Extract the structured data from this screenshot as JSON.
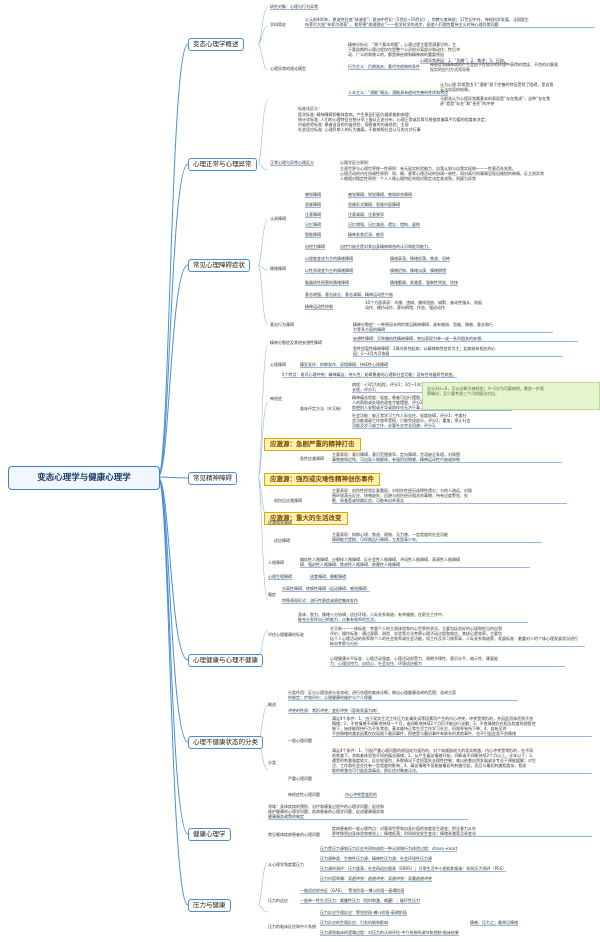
{
  "root": "变态心理学与健康心理学",
  "branches": [
    "变态心理学概述",
    "心理正常与心理异常",
    "常见心理障碍症状",
    "常见精神障碍",
    "心理健康与心理不健康",
    "心理不健康状态的分类",
    "健康心理学",
    "压力与健康"
  ],
  "s1": {
    "research": "研究对象：心理与行为异常",
    "history_label": "学科简史",
    "history_text": "公元前400年，希波克拉底“体液说”；欧洲中世纪（5世纪~16世纪），宗教与鬼神说；17世纪中叶，神经科学发展，法国医生\n布菲尔大胆“布菲尔改革”， 勒菲德“病理理论”——医学科学的进步，促使人们理性看待主义对待心理异常问题",
    "theory_label": "心理异常的理论模型",
    "psa_label": "精神分析论",
    "psa_text": "精神分析论：“两个基本命题”，心理过程主要是潜意识的，生\n于婴幼期的心理过程仅仅是整个心灵的分离部分和动作；性后冲\n动、广义的和狭义的，都是神经病和精神病的重要原因",
    "psa_tail": "心理异常原因：1、“固着”；2、焦虑；3、压抑。",
    "beh_label": "行为主义：巴甫洛夫、桑代克经典的条件",
    "beh_text": "神经症和精神病是学习过程中出现的不良学习行为或由于不良应付的异常引起，具有神经症；神经性行为主义理论\n的主要代表人物是艾森克",
    "beh_side": "神经症和精神病的产生是由于在较早的环境中获得的错误、不良的对客观\n现实的应付方式而导致",
    "hum_label": "人本主义：“潜能”概念，潜能具有趋向完善的性质和特点",
    "hum_text": "认为心理 异常是由于“潜能”趋于完善的特征受到了阻碍，是自我\n无法实现的结果。",
    "hum_text2": "马斯洛认为心理异常最基本的表现是“存在焦虑”，这种“存在焦\n虑”就是“存在”和“责任”的冲突"
  },
  "s2": {
    "criteria_head": "标准化区分：",
    "criteria_text": "医学标准: 精神障碍即躯体疾病，产生原因归因为器质能和病理；\n统计学标准: 人们的心理特征在统计学上服从正态分布，心理正常或异常可根据其偏离平均值的程度来决定；\n内省经验标准: 患者自身的内省经验，观察者的内省经验；主观\n社会适应标准: 心理异常人的行为偏离，不能按照社会认可的方式行事",
    "label": "正常心理与异常心理区分",
    "principles_head": "心理学区分原则：",
    "principles_text": "主观世界与心理世界统一性原则：有无现实检验能力，自我认知与自我实现统一——性意否失失败。\n心理活动的内在协调性原则：知、情、意等心理活动的协调一致性，如对高兴的事情呈现出愉悦的神情，反之则异常\n人格相对稳定性原则：个人人格心理特征的相对稳定决定其成熟，则疑为异常"
  },
  "s3": {
    "cognition_label": "认知障碍",
    "cognition": [
      "感知障碍",
      "思维障碍",
      "注意障碍",
      "记忆障碍",
      "智能障碍"
    ],
    "cognition_detail": [
      "感觉障碍、知觉障碍、感知综合障碍",
      "思维形式障碍、思维内容障碍",
      "注意减弱、注意狭窄",
      "记忆增强、记忆减退、遗忘、错构、虚构",
      "精神发育迟滞、痴呆"
    ],
    "emotion_label": "情绪障碍",
    "emotion": [
      "自控力障碍",
      "以程度变化为主的情绪障碍",
      "以性质改变为主的情绪障碍",
      "脑器质性损害的情绪障碍"
    ],
    "emotion_detail": [
      "自控力缺乏是对其自身精神病态的认识和批判能力。",
      "情绪高涨、情绪低落、焦虑、恐怖",
      "情绪迟钝、情绪淡漠、情绪倒错",
      "情绪脆弱、易激惹、强制性哭笑、欣快"
    ],
    "will_label": "意志行为障碍",
    "will": [
      "意志增强、意志缺乏、意志减弱、精神运动性兴奋",
      "精神运动性抑制"
    ],
    "will_detail": "10个方面表现：木僵、违拗、蜡样屈曲、缄默、被动性服从、刻板\n动作、模仿动作、意向倒错、作态、强迫动作"
  },
  "s4": {
    "schizo_label": "精神分裂症及其他妄想性障碍",
    "schizo": [
      "精神分裂症：一种原因未明的常见精神障碍，具有感知、思维、情感、意志和行\n为等多方面的障碍",
      "妄想性障碍：又称偏执性精神障碍，突出表现为单一或一系列相关的妄想。",
      "急性短暂性精神障碍：2周内急性起病；以精神病性症状为主；起病前有相应的心\n因；2~3月内可恢复"
    ],
    "mood_label": "心境障碍",
    "mood": "躁狂发作、抑郁发作、双相障碍、持续性心境障碍",
    "neurosis_label": "神经症",
    "neurosis_common": "5个特点：易识心理冲突；精神痛苦；持久性；妨碍患者的心理和社会功能；没有任何器质性病变。",
    "diag_label": "临床评定方法（许又新）",
    "diag_items": [
      "病程：<3月为短程，评分1；3月~1年为中程，评分2；1年以上为\n长程，评分3；",
      "精神痛苦程度：轻度，患者可自行摆脱，评分1；中度，借助别\n人的帮助或处境的改变才能摆脱，评分2；重度，几乎无法摆脱，\n即使别人安慰或开导或陪伴也无济于事，评分3。",
      "社会功能：能正常学习工作人际交往，轻度妨碍，评分1；中度社\n会功能减弱工作效率受损，只能完成部分，评分2；重度，停止社会\n功能及学习或工作，必要社交完全回避，评分3。"
    ],
    "note": "总分3分=6，可以诊断为神经症；4~5分为可疑病例，需进一步观\n察确诊；至少要考虑三个月的随访对比。",
    "stress_label": "应激相关障碍",
    "hl1": "应激源：急剧严重的精神打击",
    "hl1_detail": "主要表现：意识障碍，意识范围狭窄，定向障碍，言语缺乏条理，对周围\n事物感知迟钝，可出现人格解体，有强烈恐惧感，精神运动性兴奋或抑制",
    "hl1_label": "急性应激障碍",
    "hl2": "应激源：强烈或灾难性精神创伤事件",
    "hl2_detail": "主要表现：创伤性经验反复重现；对创伤性经历选择性遗忘；与他人疏远、对周\n围环境漠无反应、快感缺失；回避与创伤经历相关的事物；持有过度警觉、失\n眠、易激惹或惊跳反应，可能有自杀观念",
    "hl2_label": "创伤后应激障碍",
    "hl3": "应激源：重大的生活改变",
    "hl3_detail": "主要表现：抑郁心境、焦虑、烦恼，无力感，一定程度的社会功能\n障碍能力受损；可伴随品行障碍，尤其是青少年。",
    "hl3_label": "适应障碍",
    "personality_label": "人格障碍",
    "personality": "偏执性人格障碍、分裂样人格障碍、反社会性人格障碍、冲动性人格障碍、表演性人格障碍\n碍、强迫性人格障碍、焦虑性人格障碍、依赖性人格障碍",
    "psychophys_label": "心理生理障碍",
    "psychophys": "进食障碍、睡眠障碍",
    "addiction_label": "瘾症",
    "addiction": [
      "分离性障碍、转换性障碍（运动障碍、感觉障碍）",
      "特殊表现形式：流行性癔症或癔症集体发作"
    ]
  },
  "s5": {
    "criteria_intro": "身体、智力、情绪十分协调；适应环境，人际关系和谐；有幸福感；在职业工作中，\n能充分发挥自己的能力，过着有效率的生活。",
    "label": "评估心理健康的标准",
    "xu_text": "许又新——一体标准：考量个人的主观体验和内心世界的状况，主要包括良好的心境和恰当的自我\n评价；操作标准：通过观察、测验、实验等方法考察心理活动过程和效应，其核心是效率，主要包\n括个人心理活动的效率和个人的社会效率或社会功能，如工作及学习效率高，人际关系和谐等；发展标准：着重对人的个体心理发展状况进行\n纵向考察与分析",
    "standards": "心理健康水平标准：心理活动强度、心理活动耐受力、周期节律性、意识水平、暗示性、康复能\n力、心理自控力、自信心、社会交往、环境适应能力"
  },
  "s6": {
    "overview_label": "概述",
    "overview": [
      "分类作用：区分心理咨询与非咨询；进行合理的临床诊断；做出心理健康咨询的范围；咨询方案\n的制定；疗效评价；心理健康的维护与个人保健",
      "冲突的性质：常形冲突；变形冲突（容易发展为病）"
    ],
    "class_label": "分类",
    "general_label": "一般心理问题",
    "general": "满足4个条件：1、由于现实生活工作压力处事失误等因素而产生的内心冲突，冲突是常形的，并因此而体验到不良\n情绪；2、不良情绪不间断地持续一个月，或间断地持续2个月仍不能自行化解；3、不良情绪仍在相当程度的理智控\n制下，始终能保持行为不失常态，基本维持正常生活工作学习社交，但效率有所下降；4、自始至终\n不良情绪的激发因素仅仅局限于最初事件，即使是与最初事件有联系的其他事件，也不引起此类不良情绪",
    "severe_label": "严重心理问题",
    "severe": "满足4个条件：1、引起严重心理问题的原因较为强烈的、对个体威胁较大的现实刺激，内心冲突是常形的，在不同\n的刺激下，求助者体验到不同的痛苦情绪；2、从产生痛苦情绪开始，间断或不间断持续2个月以上，半年以下；3、\n遭受的刺激强度较大，反应较强烈，多数情况下会短暂失去理性控制；难以依靠自然发展或非专业干预能缓解；对生\n活、工作和社会交往有一定程度的影响；4、痛苦情绪不但能被最初的刺激引起，而且与最初刺激相类似、相关\n联的刺激也可引起此类痛苦，即反应对象被泛化。",
    "neuro_label": "神经症性心理问题",
    "neuro": "内心冲突是变形的"
  },
  "s7": {
    "definition": "领域：身体疾病的预防、治疗和康复过程中的心理学问题；促进和\n维护健康的心理学问题；疾病患者的心理学问题；促进健康服务和\n健康服务政策的制定",
    "disease_label": "常见躯体疾病患者的心理问题",
    "disease": "疾病患者的一般心理特点：对客观世界和自身价值的态度发生改变；把注意力从外\n界转移到自身体验和感觉上；情绪低落；时间知觉发生变化；情绪易激惹且易变化"
  },
  "s8": {
    "psych_label": "从心理学角度看压力",
    "psych": [
      "压力是压力源和压力反应共同构成的一种认知和行为体验过程：stress→react",
      "压力源种类：生物性压力源；精神性压力源；社会环境性压力源",
      "压力源的测评：压力量表，社会再适应量表（SRRS）；日常生活中小困扰和振奋：知觉压力测评（PSS）",
      "压力内容举隅：双趋冲突；趋避冲突；双避冲突；双重趋避冲突"
    ],
    "adapt_label": "压力的适应",
    "adapt": [
      "一般适应综合征（GAS）：警觉阶段—搏斗阶段—衰竭阶段",
      "一般单一性生活压力：唤醒性压力（短时刺激、唤醒）；破坏性压力"
    ],
    "coping_label": "压力的临床反应和中介系统",
    "coping": [
      "压力反应生理反应：警觉阶段-搏斗阶段-衰竭阶段",
      "压力反应的生理反应、引发机制和影响",
      "压力源到临床的逻辑过程：对压力的认知评估-中介系统的调节和控制-临床结果"
    ],
    "coping_side": "情感、压力之；最常见情绪"
  }
}
